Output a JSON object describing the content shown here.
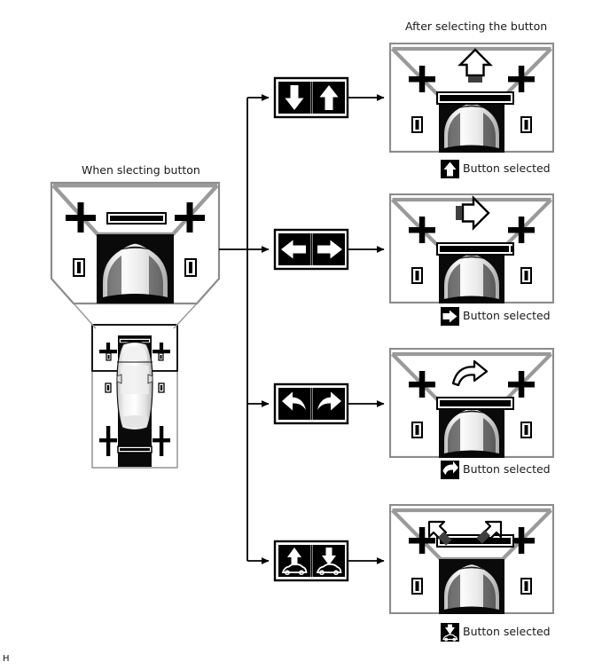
{
  "page": {
    "title_left": "When slecting button",
    "title_right": "After selecting the button",
    "corner_mark": "H"
  },
  "source_view": {
    "name": "camera-view-initial",
    "description": "Front camera view with alignment crosses, calibration bar and car hood",
    "birdseye_description": "Top-down bird's eye view of the vehicle with alignment crosses"
  },
  "rows": [
    {
      "id": "row-up-down",
      "button_pair": {
        "left": {
          "icon": "arrow-down-icon",
          "label": "Down"
        },
        "right": {
          "icon": "arrow-up-icon",
          "label": "Up"
        }
      },
      "result": {
        "overlay_icon": "arrow-up-outline-icon",
        "selected_icon": "arrow-up-icon",
        "caption": "Button selected"
      }
    },
    {
      "id": "row-left-right",
      "button_pair": {
        "left": {
          "icon": "arrow-left-icon",
          "label": "Left"
        },
        "right": {
          "icon": "arrow-right-icon",
          "label": "Right"
        }
      },
      "result": {
        "overlay_icon": "arrow-right-outline-icon",
        "selected_icon": "arrow-right-icon",
        "caption": "Button selected"
      }
    },
    {
      "id": "row-rotate",
      "button_pair": {
        "left": {
          "icon": "rotate-left-icon",
          "label": "Rotate left"
        },
        "right": {
          "icon": "rotate-right-icon",
          "label": "Rotate right"
        }
      },
      "result": {
        "overlay_icon": "rotate-right-outline-icon",
        "selected_icon": "rotate-right-icon",
        "caption": "Button selected"
      }
    },
    {
      "id": "row-vehicle-tilt",
      "button_pair": {
        "left": {
          "icon": "car-arrow-up-icon",
          "label": "Car up"
        },
        "right": {
          "icon": "car-arrow-down-icon",
          "label": "Car down"
        }
      },
      "result": {
        "overlay_icon": "diagonal-arrows-outline-icon",
        "selected_icon": "car-arrow-down-icon",
        "caption": "Button selected"
      }
    }
  ],
  "colors": {
    "line": "#000000",
    "guide_gray": "#8c8c8c",
    "panel_border": "#8c8c8c",
    "icon_bg": "#000000",
    "icon_fg": "#ffffff",
    "background": "#ffffff"
  }
}
